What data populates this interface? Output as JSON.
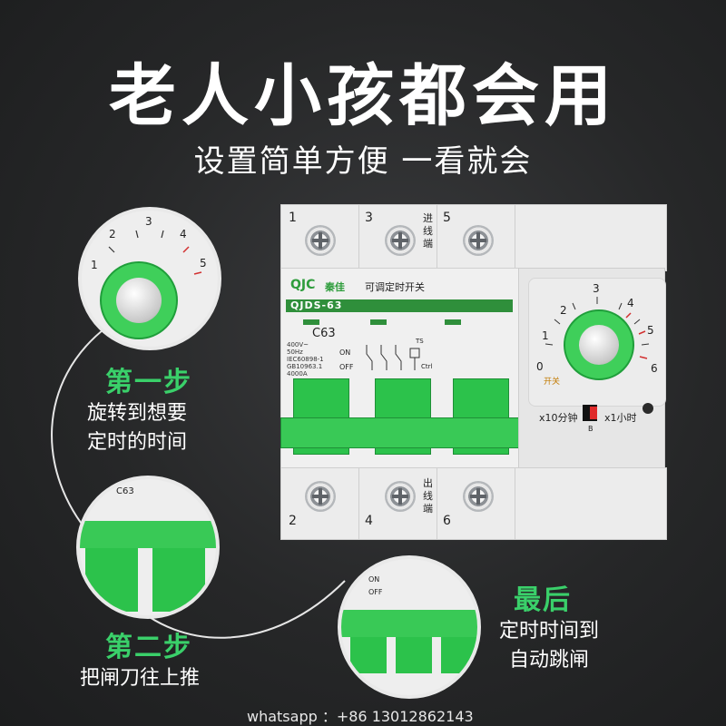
{
  "headline": "老人小孩都会用",
  "subline": "设置简单方便 一看就会",
  "breaker": {
    "terminals_top": [
      "1",
      "3",
      "5"
    ],
    "terminals_bottom": [
      "2",
      "4",
      "6"
    ],
    "in_label": "进线端",
    "out_label": "出线端",
    "brand": "QJC",
    "brand_cn": "秦佳",
    "product_title": "可调定时开关",
    "model": "QJDS-63",
    "rating": "C63",
    "specs": "400V~\n50Hz\nIEC60898-1\nGB10963.1\n4000A",
    "on_label": "ON",
    "off_label": "OFF",
    "ts_label": "TS",
    "ctrl_label": "Ctrl",
    "dial_numbers": [
      "0",
      "1",
      "2",
      "3",
      "4",
      "5",
      "6"
    ],
    "mode_10min": "x10分钟",
    "mode_1hour": "x1小时",
    "switch_letter": "B",
    "dial_off_label": "开关"
  },
  "steps": [
    {
      "title": "第一步",
      "desc_line1": "旋转到想要",
      "desc_line2": "定时的时间"
    },
    {
      "title": "第二步",
      "desc_line1": "把闸刀往上推"
    },
    {
      "title": "最后",
      "desc_line1": "定时时间到",
      "desc_line2": "自动跳闸"
    }
  ],
  "watermark": "whatsapp ：+86 13012862143",
  "colors": {
    "accent_green": "#3ad06a",
    "handle_green": "#2cc24b",
    "background": "#262728"
  }
}
